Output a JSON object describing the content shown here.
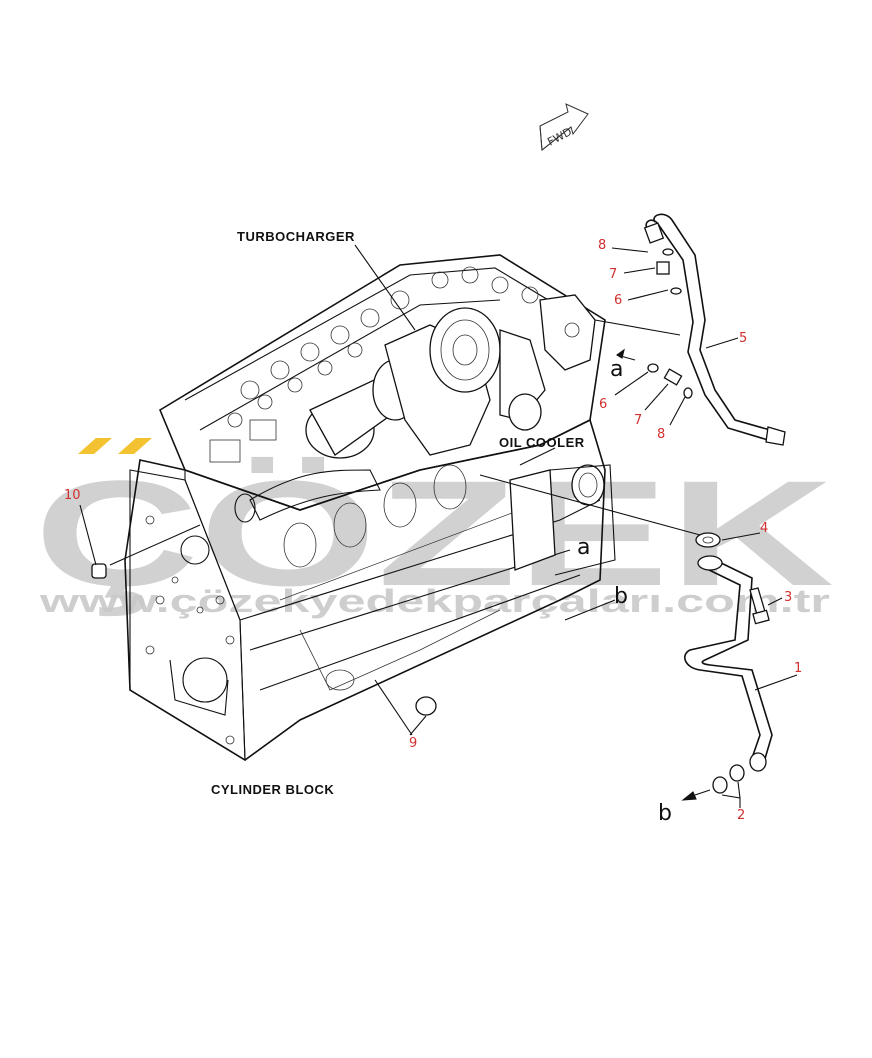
{
  "labels": {
    "turbocharger": "TURBOCHARGER",
    "oil_cooler": "OIL COOLER",
    "cylinder_block": "CYLINDER BLOCK",
    "fwd": "FWD"
  },
  "references": {
    "a1": "a",
    "a2": "a",
    "b1": "b",
    "b2": "b"
  },
  "callouts": [
    "1",
    "2",
    "3",
    "4",
    "5",
    "6",
    "6",
    "7",
    "7",
    "8",
    "8",
    "9",
    "10"
  ],
  "watermark": {
    "brand": "ÇÖZEK",
    "url": "www.çözekyedekparçaları.com.tr"
  },
  "colors": {
    "callout": "#d03030",
    "watermark": "#c9c9c9",
    "watermark_accent": "#f2c230",
    "line": "#111111"
  }
}
